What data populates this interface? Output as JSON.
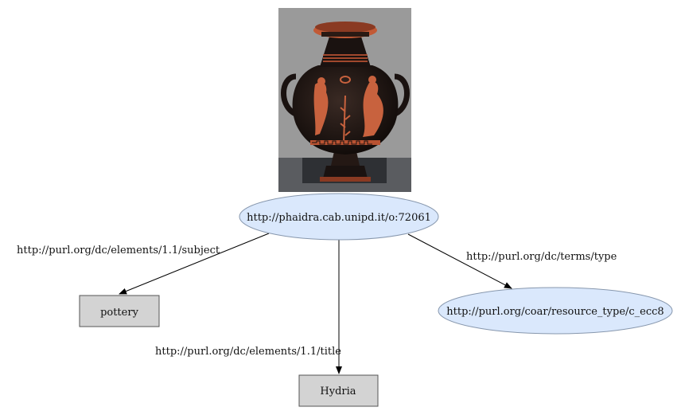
{
  "nodes": {
    "subject": {
      "label": "http://phaidra.cab.unipd.it/o:72061",
      "shape": "ellipse",
      "fill": "#dae8fc",
      "stroke": "#8797ad"
    },
    "pottery": {
      "label": "pottery",
      "shape": "rect",
      "fill": "#d3d3d3",
      "stroke": "#555555"
    },
    "hydria": {
      "label": "Hydria",
      "shape": "rect",
      "fill": "#d3d3d3",
      "stroke": "#555555"
    },
    "coar": {
      "label": "http://purl.org/coar/resource_type/c_ecc8",
      "shape": "ellipse",
      "fill": "#dae8fc",
      "stroke": "#8797ad"
    }
  },
  "edges": [
    {
      "from": "subject",
      "to": "pottery",
      "label": "http://purl.org/dc/elements/1.1/subject"
    },
    {
      "from": "subject",
      "to": "hydria",
      "label": "http://purl.org/dc/elements/1.1/title"
    },
    {
      "from": "subject",
      "to": "coar",
      "label": "http://purl.org/dc/terms/type"
    }
  ],
  "image": {
    "depicts": "hydria-vase-photo"
  }
}
